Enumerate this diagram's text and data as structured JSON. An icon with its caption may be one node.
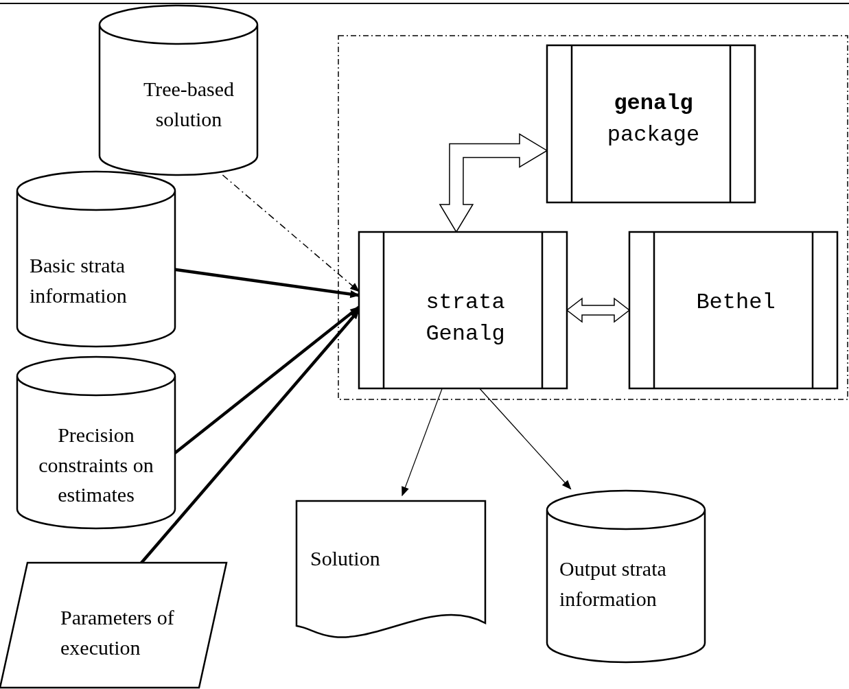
{
  "diagram": {
    "nodes": [
      {
        "text": [
          "Tree-based solution"
        ]
      },
      {
        "text": [
          "**genalg** package"
        ]
      },
      {
        "text": [
          "Basic strata information"
        ]
      },
      {
        "text": [
          "strata Genalg"
        ]
      },
      {
        "text": [
          "Bethel"
        ]
      },
      {
        "text": [
          "Precision constraints on estimates"
        ]
      },
      {
        "text": [
          "Parameters of execution"
        ]
      },
      {
        "text": [
          "Solution"
        ]
      },
      {
        "text": [
          "Output strata information"
        ]
      }
    ],
    "edges": [
      {
        "from": 0,
        "to": 3,
        "arrow": "to",
        "style": "dashed"
      },
      {
        "from": 2,
        "to": 3,
        "arrow": "to",
        "style": "thick"
      },
      {
        "from": 5,
        "to": 3,
        "arrow": "to",
        "style": "thick"
      },
      {
        "from": 6,
        "to": 3,
        "arrow": "to",
        "style": "thick"
      },
      {
        "from": 1,
        "to": 3,
        "arrow": "both"
      },
      {
        "from": 3,
        "to": 4,
        "arrow": "both"
      },
      {
        "from": 3,
        "to": 7,
        "arrow": "to"
      },
      {
        "from": 3,
        "to": 8,
        "arrow": "to"
      }
    ]
  }
}
